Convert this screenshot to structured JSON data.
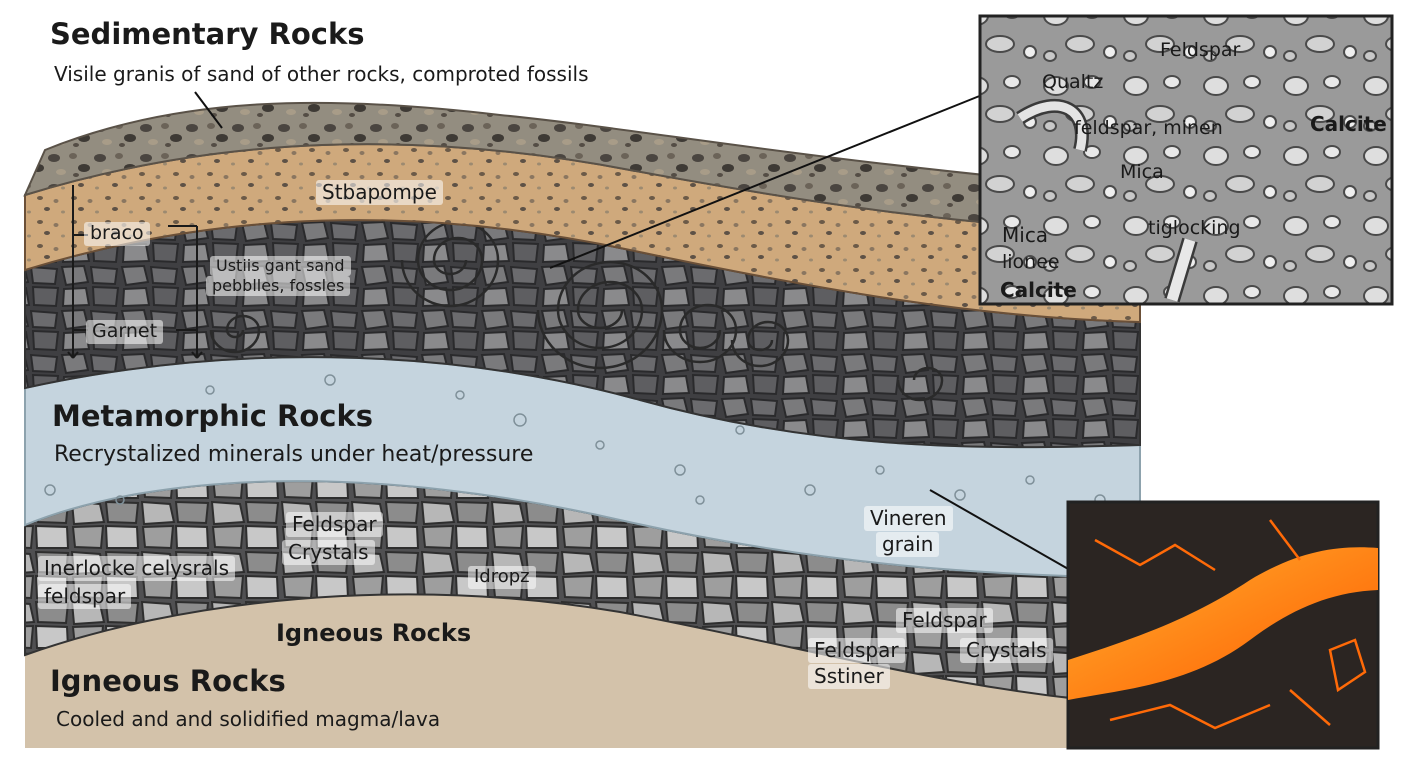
{
  "sedimentary": {
    "title": "Sedimentary Rocks",
    "subtitle": "Visile granis of sand of other rocks, comproted fossils",
    "labels": {
      "band": "Stbapompe",
      "left_top": "braco",
      "left_mid_1": "Ustiis gant sand",
      "left_mid_2": "pebblles, fossles",
      "left_bottom": "Garnet"
    }
  },
  "micro_inset": {
    "labels": [
      "Feldspar",
      "Qualtz",
      "feldspar, minen",
      "Calcite",
      "Mica",
      "tiglocking",
      "Mica",
      "lionee",
      "Calcite"
    ]
  },
  "metamorphic": {
    "title": "Metamorphic Rocks",
    "subtitle": "Recrystalized minerals under heat/pressure",
    "labels": {
      "grain_1": "Vineren",
      "grain_2": "grain"
    }
  },
  "igneous": {
    "layer_title": "Igneous Rocks",
    "title": "Igneous Rocks",
    "subtitle": "Cooled and and solidified magma/lava",
    "labels": {
      "left_1": "Inerlocke celysrals",
      "left_2": "feldspar",
      "fc_1": "Feldspar",
      "fc_2": "Crystals",
      "mid": "Idropz",
      "r_feldspar": "Feldspar",
      "r_crystals": "Crystals",
      "r_feldspar2": "Feldspar",
      "r_sstiner": "Sstiner"
    }
  },
  "colors": {
    "gravel": "#8f8a7e",
    "sand": "#c9a47a",
    "dark_rock": "#5a5a5c",
    "metamorphic": "#c5d4de",
    "igneous_band": "#8a8a8a",
    "base": "#d3c2aa",
    "lava": "#ff7a12",
    "crust": "#2b2522"
  }
}
